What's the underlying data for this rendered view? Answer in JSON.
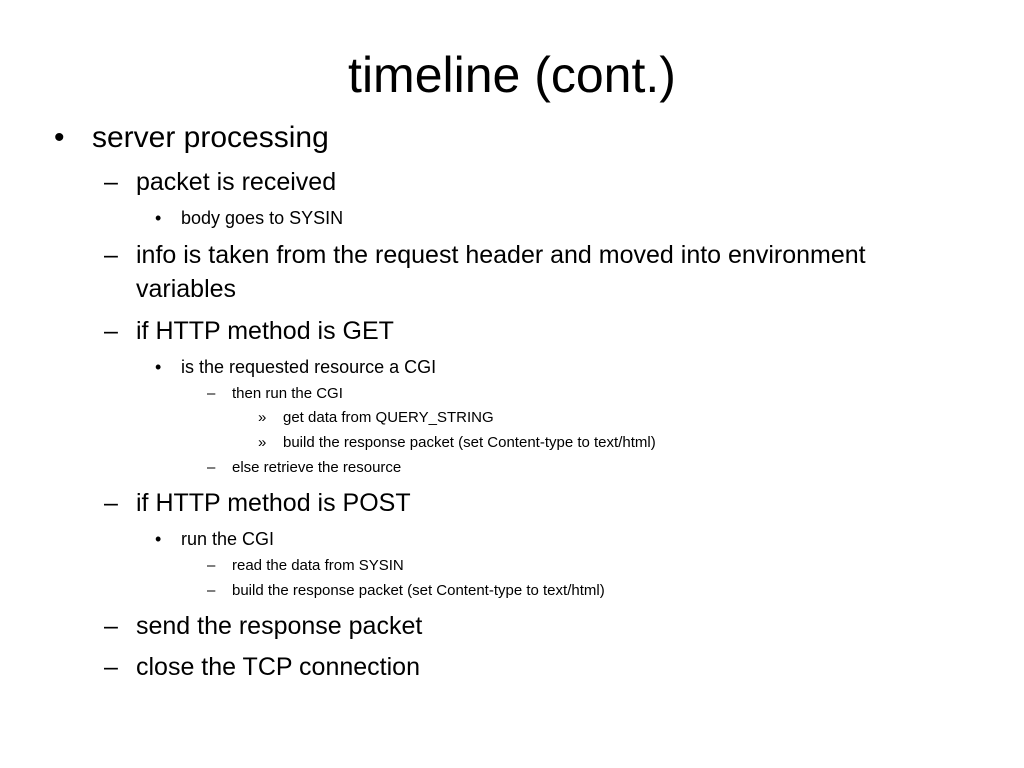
{
  "slide": {
    "title": "timeline (cont.)",
    "bullets": {
      "l1_dot": "•",
      "l2_dash": "–",
      "l3_dot": "•",
      "l4_dash": "–",
      "l5_guillemet": "»"
    },
    "items": {
      "server_processing": "server processing",
      "packet_received": "packet is received",
      "body_sysin": "body goes to SYSIN",
      "info_taken": "info is taken from the request header and moved into environment variables",
      "if_get": "if HTTP method is GET",
      "is_cgi": "is the requested resource a CGI",
      "then_run": "then run the CGI",
      "get_query": "get data from QUERY_STRING",
      "build_response_get": "build the response packet (set Content-type to text/html)",
      "else_retrieve": "else retrieve the resource",
      "if_post": "if HTTP method is POST",
      "run_cgi": "run the CGI",
      "read_sysin": "read the data from SYSIN",
      "build_response_post": "build the response packet (set Content-type to text/html)",
      "send_response": "send the response packet",
      "close_tcp": "close the TCP connection"
    }
  }
}
